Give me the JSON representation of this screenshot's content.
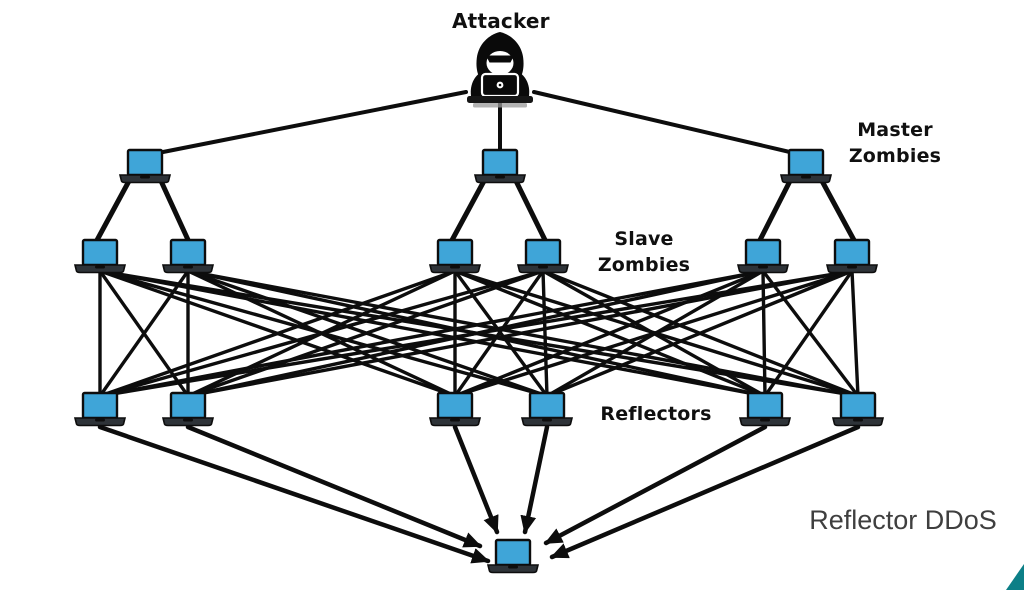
{
  "diagram": {
    "type": "network-attack-diagram",
    "title": "Reflector DDoS",
    "labels": {
      "attacker": "Attacker",
      "master_zombies": "Master Zombies",
      "slave_zombies": "Slave Zombies",
      "reflectors": "Reflectors"
    },
    "node_counts": {
      "attacker": 1,
      "master_zombies": 3,
      "slave_zombies": 6,
      "reflectors": 6,
      "victim": 1
    },
    "icons": {
      "attacker": "hooded-hacker-icon",
      "node": "laptop-icon"
    },
    "colors": {
      "laptop_screen": "#3fa5d8",
      "laptop_base": "#2e3338",
      "line": "#0d0d0d",
      "label_text": "#101010",
      "title_text": "#3f3f3f",
      "corner_accent": "#0c7f87"
    }
  }
}
